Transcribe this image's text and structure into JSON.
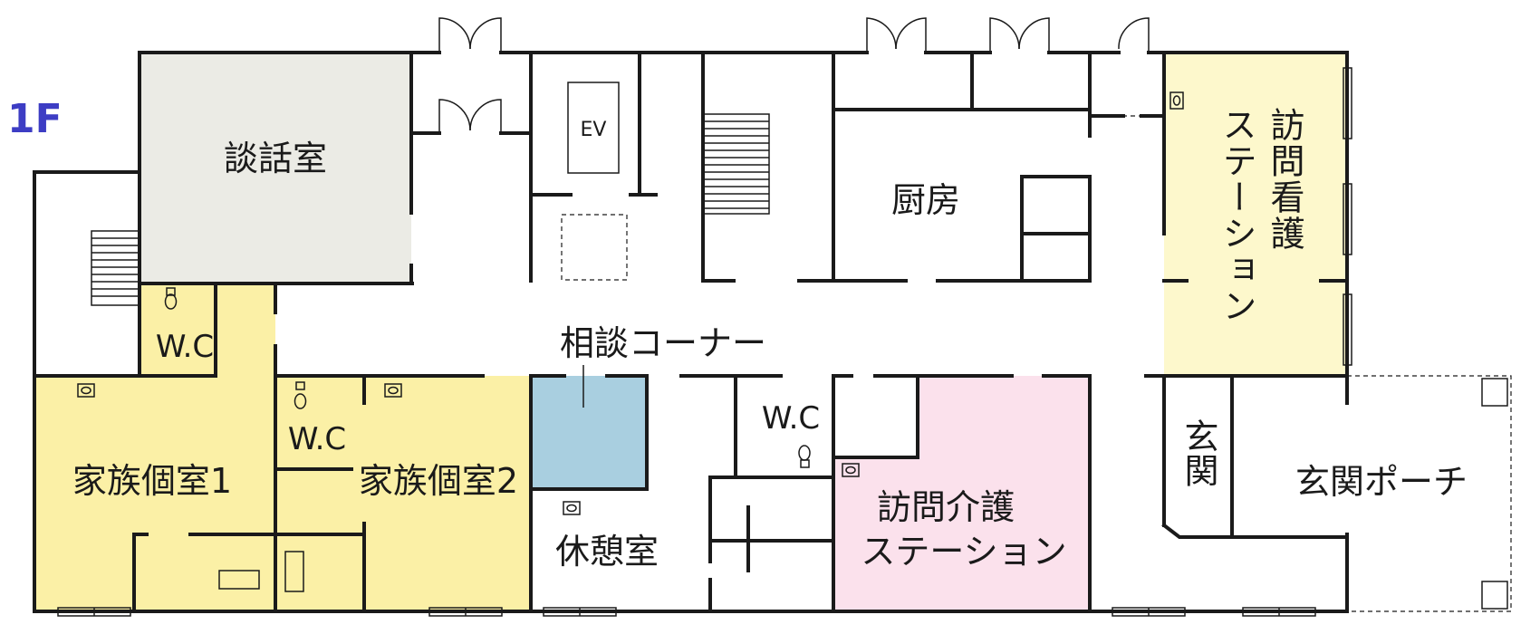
{
  "floor": "1F",
  "rooms": {
    "danwa": "談話室",
    "wc_1": "W.C",
    "wc_2": "W.C",
    "wc_3": "W.C",
    "family_1": "家族個室1",
    "family_2": "家族個室2",
    "soudan": "相談コーナー",
    "kyukei": "休憩室",
    "chubo": "厨房",
    "ev": "EV",
    "kaigo_line1": "訪問介護",
    "kaigo_line2": "ステーション",
    "kango_line1": "訪問看護",
    "kango_line2": "ステーション",
    "genkan": "玄関",
    "porch": "玄関ポーチ"
  },
  "colors": {
    "yellow": "#fbf0a6",
    "light_yellow": "#fdf8cc",
    "gray": "#ebebe5",
    "blue": "#a9cfe0",
    "pink": "#fbe1ec",
    "floor_label": "#3d3dc4"
  }
}
